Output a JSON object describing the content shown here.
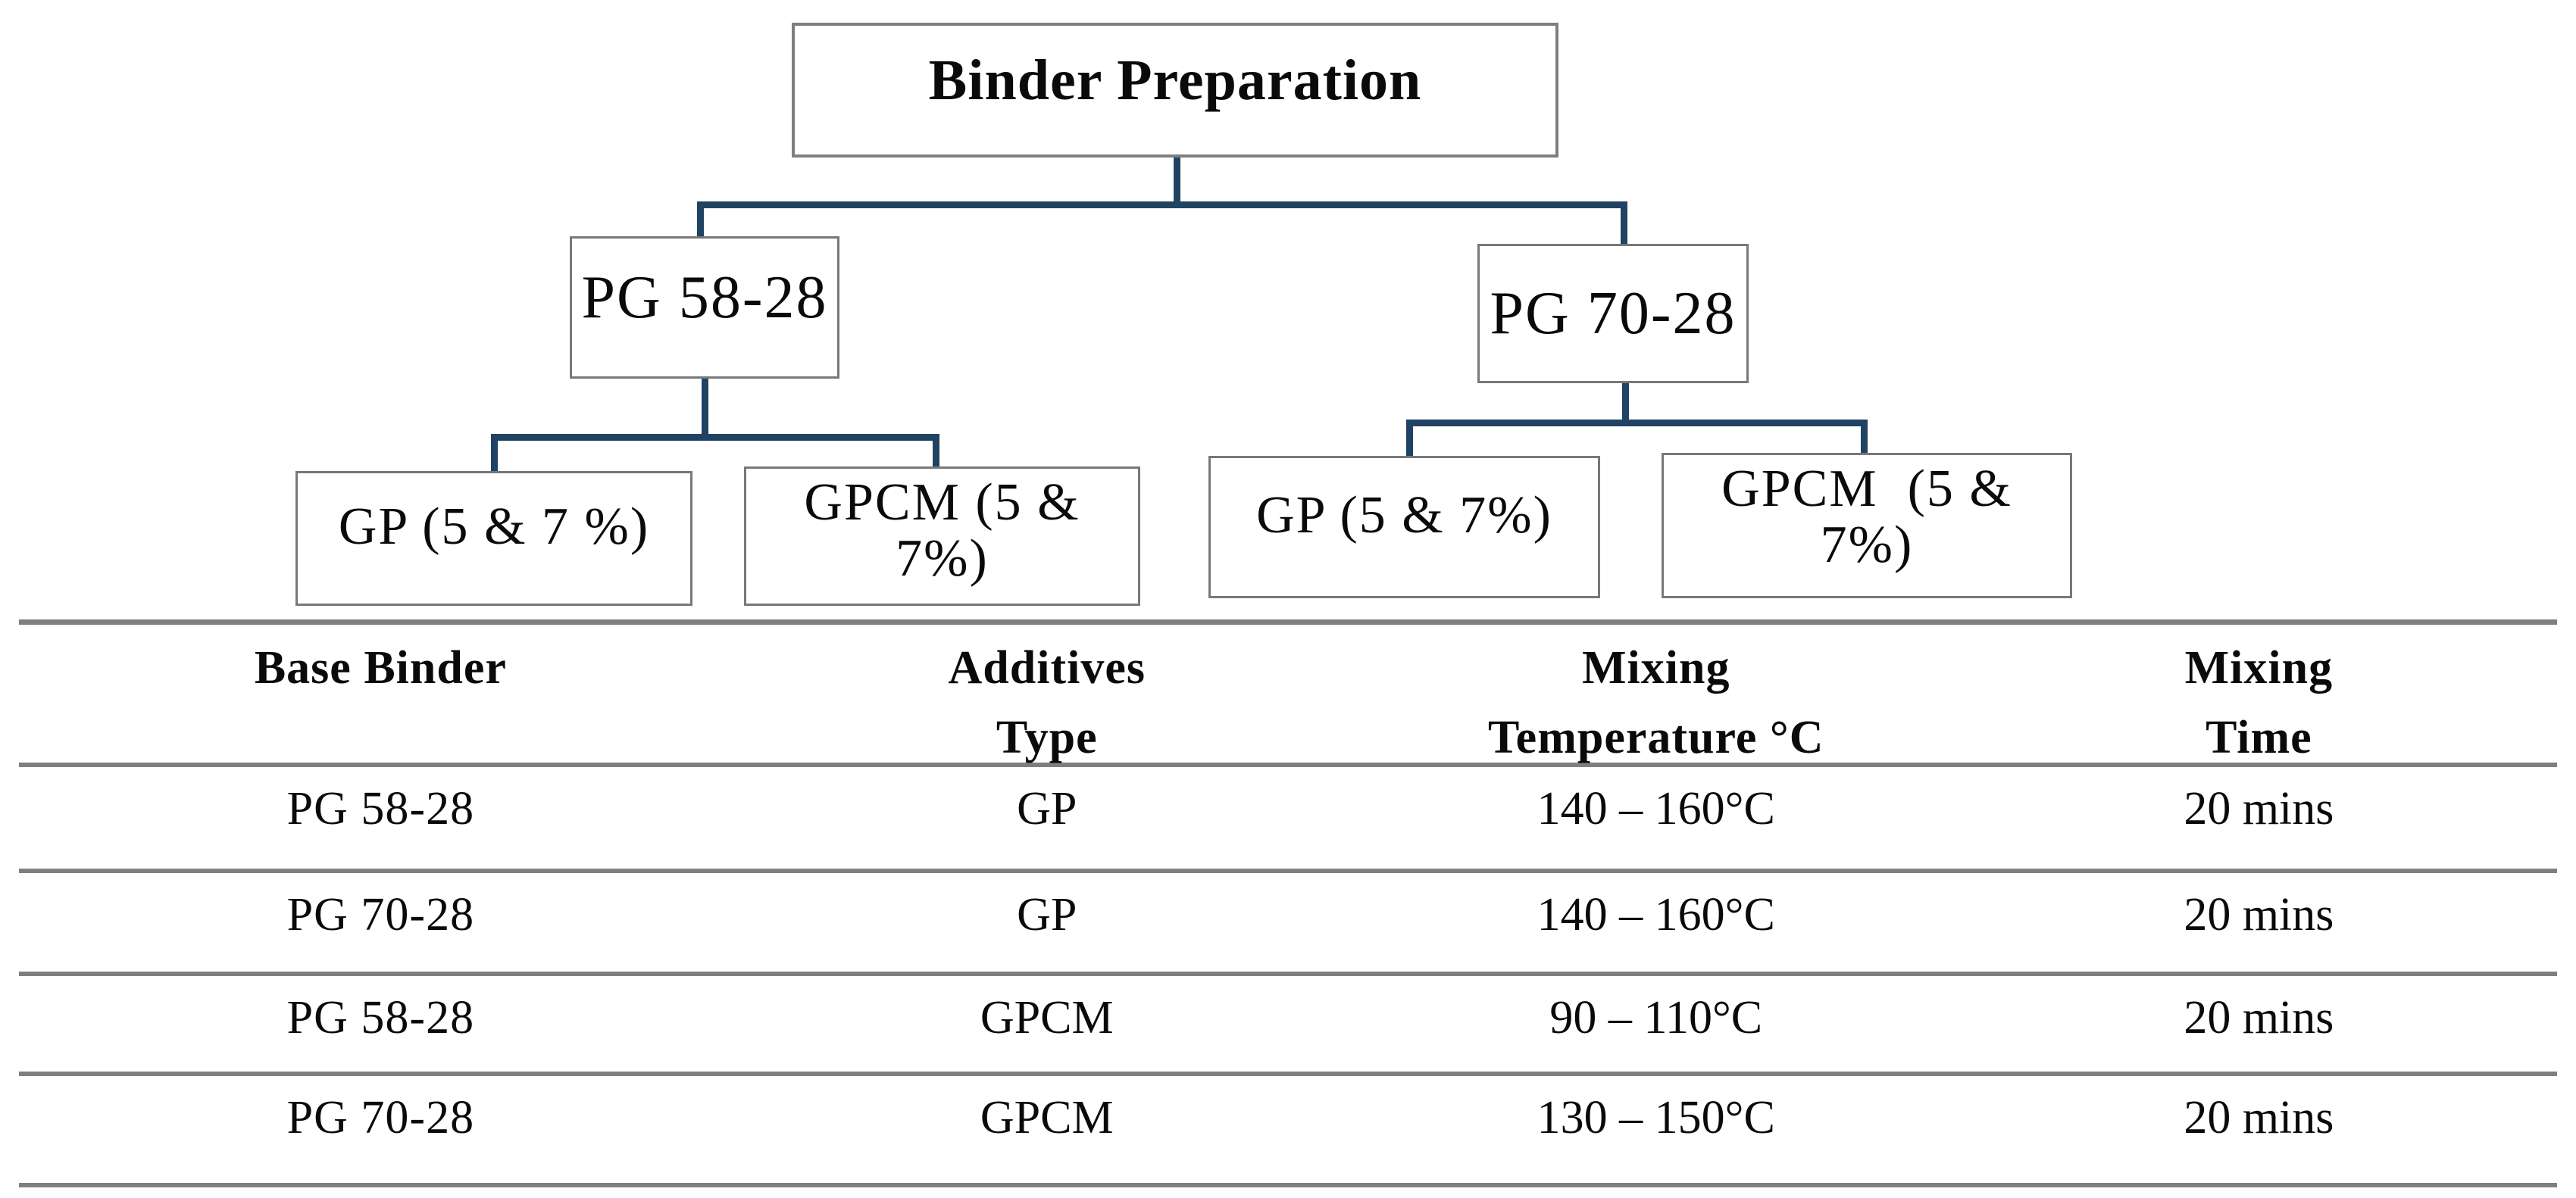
{
  "figure": {
    "flowchart": {
      "root": {
        "label": "Binder Preparation"
      },
      "level2": [
        {
          "label": "PG 58-28"
        },
        {
          "label": "PG 70-28"
        }
      ],
      "level3": [
        {
          "lines": [
            "GP (5 & 7 %)",
            ""
          ]
        },
        {
          "lines": [
            "GPCM (5 &",
            "7%)"
          ]
        },
        {
          "lines": [
            "GP (5 & 7%)",
            ""
          ]
        },
        {
          "lines": [
            "GPCM  (5 &",
            "7%)"
          ]
        }
      ]
    },
    "table": {
      "headers": [
        [
          "Base Binder",
          ""
        ],
        [
          "Additives",
          "Type"
        ],
        [
          "Mixing",
          "Temperature °C"
        ],
        [
          "Mixing",
          "Time"
        ]
      ],
      "rows": [
        [
          "PG 58-28",
          "GP",
          "140 – 160°C",
          "20 mins"
        ],
        [
          "PG 70-28",
          "GP",
          "140 – 160°C",
          "20 mins"
        ],
        [
          "PG 58-28",
          "GPCM",
          "90 – 110°C",
          "20 mins"
        ],
        [
          "PG 70-28",
          "GPCM",
          "130 – 150°C",
          "20 mins"
        ]
      ]
    },
    "colors": {
      "connector": "#214363",
      "box_border": "#787878",
      "table_rule": "#7f7f7f",
      "text": "#0a0a0a",
      "background": "#ffffff"
    }
  }
}
